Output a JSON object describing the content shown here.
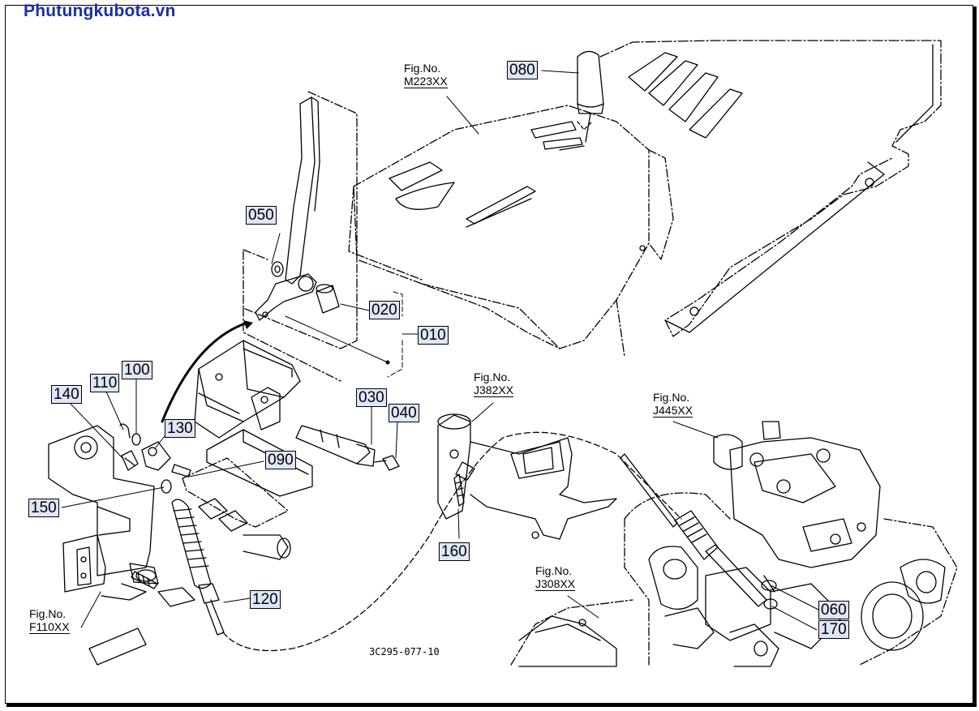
{
  "watermark": "Phutungkubota.vn",
  "drawing_number": "3C295-077-10",
  "callouts": {
    "c080": "080",
    "c050": "050",
    "c020": "020",
    "c010": "010",
    "c100": "100",
    "c110": "110",
    "c140": "140",
    "c130": "130",
    "c030": "030",
    "c040": "040",
    "c090": "090",
    "c150": "150",
    "c160": "160",
    "c120": "120",
    "c060": "060",
    "c170": "170"
  },
  "fig_refs": {
    "m223": {
      "label": "Fig.No.",
      "code": "M223XX"
    },
    "j382": {
      "label": "Fig.No.",
      "code": "J382XX"
    },
    "j445": {
      "label": "Fig.No.",
      "code": "J445XX"
    },
    "j308": {
      "label": "Fig.No.",
      "code": "J308XX"
    },
    "f110": {
      "label": "Fig.No.",
      "code": "F110XX"
    }
  },
  "colors": {
    "watermark": "#1b2fa6",
    "callout_fill": "#dfe6fa",
    "line": "#000000"
  }
}
